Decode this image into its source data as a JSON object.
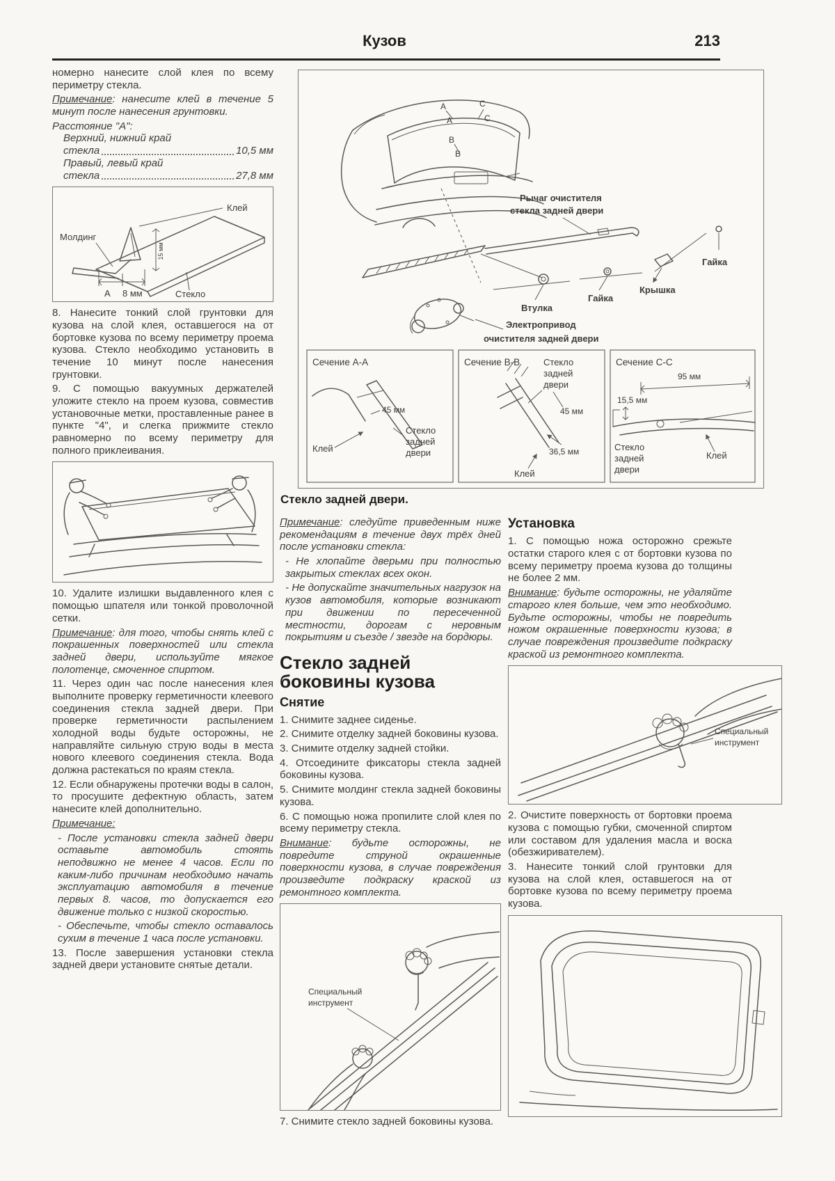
{
  "header": {
    "title": "Кузов",
    "page_number": "213"
  },
  "colors": {
    "ink": "#3b3b3b",
    "line": "#585858",
    "rule": "#222222"
  },
  "left": {
    "p_top": "номерно нанесите слой клея по всему периметру стекла.",
    "note1_label": "Примечание",
    "note1_text": ": нанесите клей в течение 5 минут после нанесения грунтовки.",
    "spec_title": "Расстояние \"А\":",
    "spec1a": "Верхний, нижний край",
    "spec1b": "стекла",
    "spec1v": "10,5 мм",
    "spec2a": "Правый, левый край",
    "spec2b": "стекла",
    "spec2v": "27,8 мм",
    "s8": "8. Нанесите тонкий слой грунтовки для кузова на слой клея, оставшегося на от бортовке кузова по всему периметру проема кузова. Стекло необходимо установить в течение 10 минут после нанесения грунтовки.",
    "s9": "9. С помощью вакуумных держателей уложите стекло на проем кузова, совместив установочные метки, проставленные ранее в пункте \"4\", и слегка прижмите стекло равномерно по всему периметру для полного приклеивания.",
    "s10": "10. Удалите излишки выдавленного клея с помощью шпателя или тонкой проволочной сетки.",
    "note2_label": "Примечание",
    "note2_text": ": для того, чтобы снять клей с покрашенных поверхностей или стекла задней двери, используйте мягкое полотенце, смоченное спиртом.",
    "s11": "11. Через один час после нанесения клея выполните проверку герметичности клеевого соединения стекла задней двери. При проверке герметичности распылением холодной воды будьте осторожны, не направляйте сильную струю воды в места нового клеевого соединения стекла. Вода должна растекаться по краям стекла.",
    "s12": "12. Если обнаружены протечки воды в салон, то просушите дефектную область, затем нанесите клей дополнительно.",
    "note3_label": "Примечание:",
    "note3_b1": "- После установки стекла задней двери оставьте автомобиль стоять неподвижно не менее 4 часов. Если по каким-либо причинам необходимо начать эксплуатацию автомобиля в течение первых 8. часов, то допускается его движение только с низкой скоростью.",
    "note3_b2": "- Обеспечьте, чтобы стекло оставалось сухим в течение 1 часа после установки.",
    "s13": "13. После завершения установки стекла задней двери установите снятые детали."
  },
  "fig_molding": {
    "kley": "Клей",
    "molding": "Молдинг",
    "dim15": "15 мм",
    "dim_a": "А",
    "dim8": "8 мм",
    "glass": "Стекло"
  },
  "fig_main": {
    "caption": "Стекло задней двери.",
    "labels": {
      "wiper_l1": "Рычаг очистителя",
      "wiper_l2": "стекла задней двери",
      "nut_right": "Гайка",
      "cap": "Крышка",
      "nut_mid": "Гайка",
      "bushing": "Втулка",
      "motor_l1": "Электропривод",
      "motor_l2": "очистителя задней двери",
      "mark_a": "А",
      "mark_b": "В",
      "mark_c": "С"
    },
    "sections": {
      "aa": {
        "title": "Сечение А-А",
        "dim45": "45 мм",
        "kley": "Клей",
        "g1": "Стекло",
        "g2": "задней",
        "g3": "двери"
      },
      "bb": {
        "title": "Сечение В-В",
        "g1": "Стекло",
        "g2": "задней",
        "g3": "двери",
        "dim45": "45 мм",
        "dim365": "36,5 мм",
        "kley": "Клей"
      },
      "cc": {
        "title": "Сечение С-С",
        "dim95": "95 мм",
        "dim155": "15,5 мм",
        "g1": "Стекло",
        "g2": "задней",
        "g3": "двери",
        "kley": "Клей"
      }
    }
  },
  "mid": {
    "note_label": "Примечание",
    "note_text": ": следуйте приведенным ниже рекомендациям в течение двух трёх дней после установки стекла:",
    "b1": "- Не хлопайте дверьми при полностью закрытых стеклах всех окон.",
    "b2": "- Не допускайте значительных нагрузок на кузов автомобиля, которые возникают при движении по пересеченной местности, дорогам с неровным покрытиям и съезде / звезде на бордюры.",
    "h1": "Стекло задней",
    "h2": "боковины кузова",
    "sub": "Снятие",
    "s1": "1. Снимите заднее сиденье.",
    "s2": "2. Снимите отделку задней боковины кузова.",
    "s3": "3. Снимите отделку задней стойки.",
    "s4": "4. Отсоедините фиксаторы стекла задней боковины кузова.",
    "s5": "5. Снимите молдинг стекла задней боковины кузова.",
    "s6": "6. С помощью ножа пропилите слой клея по всему периметру стекла.",
    "att_label": "Внимание",
    "att_text": ": будьте осторожны, не повредите струной окрашенные поверхности кузова, в случае повреждения произведите подкраску краской из ремонтного комплекта.",
    "tool_l1": "Специальный",
    "tool_l2": "инструмент",
    "s7": "7. Снимите стекло задней боковины кузова."
  },
  "right": {
    "h": "Установка",
    "s1": "1. С помощью ножа осторожно срежьте остатки старого клея с от бортовки кузова по всему периметру проема кузова до толщины не более 2 мм.",
    "att_label": "Внимание",
    "att_text": ": будьте осторожны, не удаляйте старого клея больше, чем это необходимо. Будьте осторожны, чтобы не повредить ножом окрашенные поверхности кузова; в случае повреждения произведите подкраску краской из ремонтного комплекта.",
    "tool_l1": "Специальный",
    "tool_l2": "инструмент",
    "s2": "2. Очистите поверхность от бортовки проема кузова с помощью губки, смоченной спиртом или составом для удаления масла и воска (обезжиривателем).",
    "s3": "3. Нанесите тонкий слой грунтовки для кузова на слой клея, оставшегося на от бортовке кузова по всему периметру проема кузова."
  }
}
